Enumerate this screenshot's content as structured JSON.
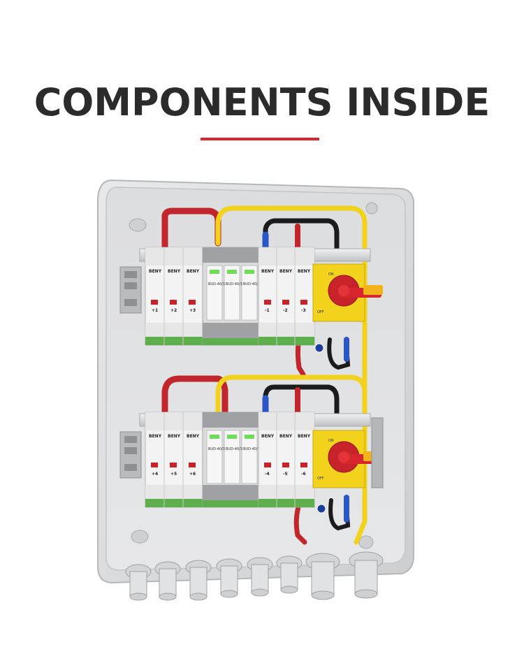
{
  "heading": "COMPONENTS INSIDE",
  "colors": {
    "heading": "#2b2b2b",
    "accent": "#d8262e",
    "isolator": "#f2d21c",
    "knob": "#d8262e",
    "enclosure": "#d9dadb"
  },
  "breakers_top": [
    "+1",
    "+2",
    "+3",
    "-1",
    "-2",
    "-3"
  ],
  "breakers_bottom": [
    "+4",
    "+5",
    "+6",
    "-4",
    "-5",
    "-6"
  ],
  "brand": "BENY",
  "spd_model": "BUD-40/3",
  "isolator_on": "ON",
  "isolator_off": "OFF"
}
